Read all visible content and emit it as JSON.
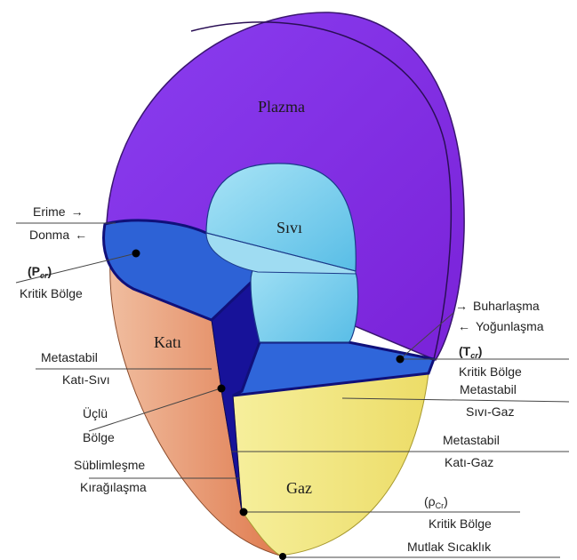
{
  "regions": {
    "plasma": "Plazma",
    "liquid": "Sıvı",
    "solid": "Katı",
    "gas": "Gaz"
  },
  "labels": {
    "melting": "Erime",
    "freezing": "Donma",
    "p_critical_symbol": "(P",
    "p_critical_sub": "cr",
    "p_critical_close": ")",
    "p_critical_text": "Kritik Bölge",
    "metastable_solid_liquid_1": "Metastabil",
    "metastable_solid_liquid_2": "Katı-Sıvı",
    "triple_1": "Üçlü",
    "triple_2": "Bölge",
    "sublimation": "Süblimleşme",
    "deposition": "Kırağılaşma",
    "vaporization": "Buharlaşma",
    "condensation": "Yoğunlaşma",
    "t_critical_symbol": "(T",
    "t_critical_sub": "cr",
    "t_critical_close": ")",
    "t_critical_text": "Kritik Bölge",
    "metastable_liquid_gas_1": "Metastabil",
    "metastable_liquid_gas_2": "Sıvı-Gaz",
    "metastable_solid_gas_1": "Metastabil",
    "metastable_solid_gas_2": "Katı-Gaz",
    "rho_critical_symbol": "(ρ",
    "rho_critical_sub": "Cr",
    "rho_critical_close": ")",
    "rho_critical_text": "Kritik Bölge",
    "absolute_temperature": "Mutlak Sıcaklık"
  },
  "arrows": {
    "right": "→",
    "left": "←"
  },
  "colors": {
    "plasma": "#8a2be2",
    "plasma_edge": "#5c1e9c",
    "liquid": "#7fd0ee",
    "ledge": "#2c5fd4",
    "dark_blue": "#13118a",
    "solid": "#e39a72",
    "gas": "#f3e98a"
  }
}
